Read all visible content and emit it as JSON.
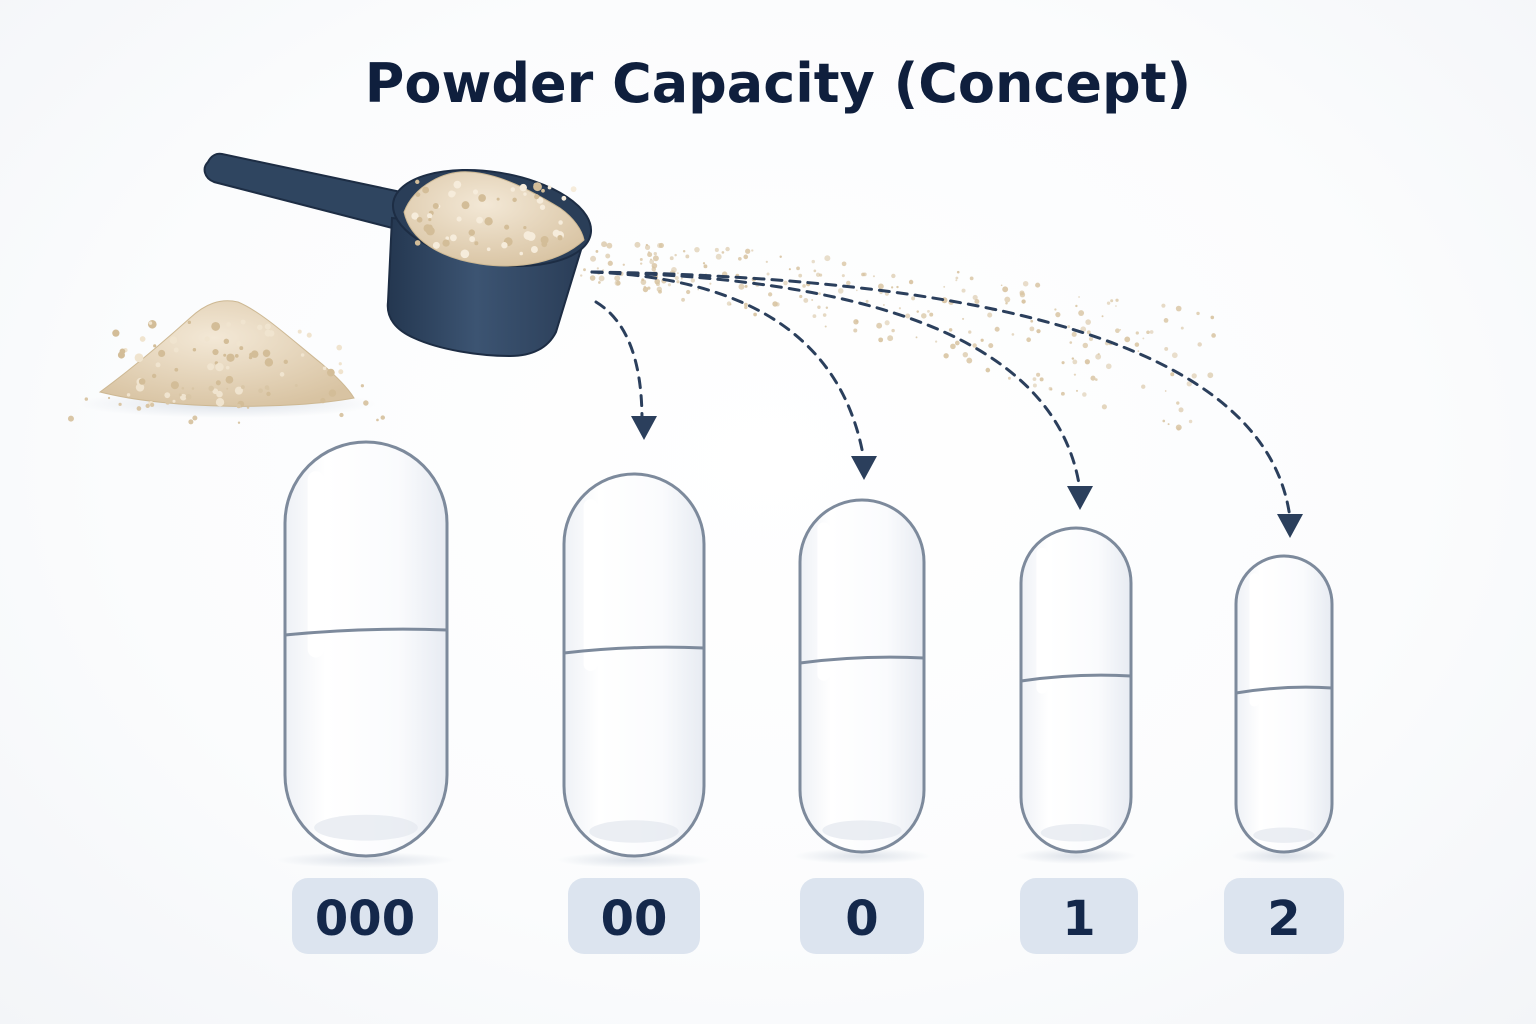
{
  "title": "Powder Capacity (Concept)",
  "colors": {
    "title": "#0f1f3d",
    "scoop": "#2f4560",
    "powder": "#e6d6bd",
    "capsule_outline": "#7d8a9c",
    "label_bg": "#dce4ef",
    "label_text": "#14284b",
    "arrow": "#2b3f5c"
  },
  "icons": {
    "scoop": "measuring-scoop-icon",
    "powder_pile": "powder-pile-icon",
    "capsule": "capsule-icon",
    "arrow": "dashed-arrow-icon"
  },
  "capsules": [
    {
      "size": "000"
    },
    {
      "size": "00"
    },
    {
      "size": "0"
    },
    {
      "size": "1"
    },
    {
      "size": "2"
    }
  ]
}
